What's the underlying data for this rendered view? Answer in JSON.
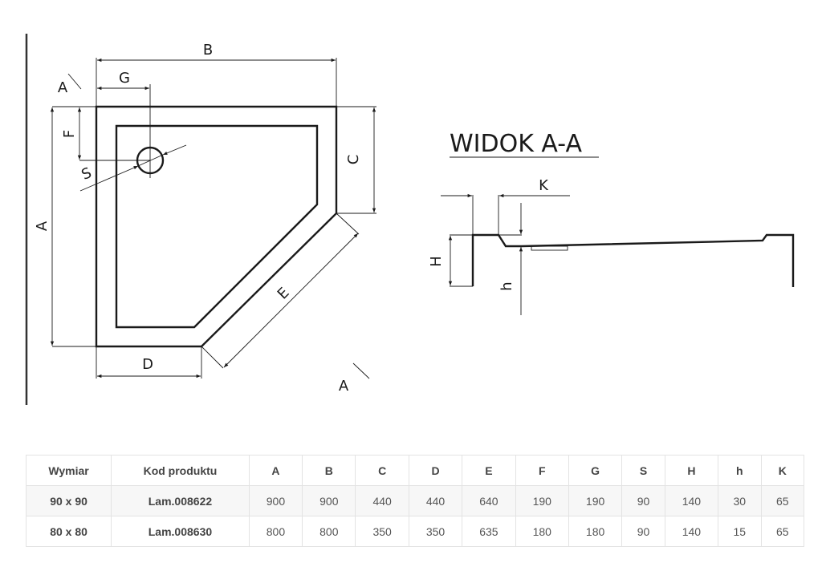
{
  "drawing": {
    "title": "WIDOK A-A",
    "section_marker": "A",
    "plan_labels": {
      "A": "A",
      "B": "B",
      "C": "C",
      "D": "D",
      "E": "E",
      "F": "F",
      "G": "G",
      "S": "S"
    },
    "section_labels": {
      "H": "H",
      "h": "h",
      "K": "K"
    }
  },
  "table": {
    "headers": [
      "Wymiar",
      "Kod produktu",
      "A",
      "B",
      "C",
      "D",
      "E",
      "F",
      "G",
      "S",
      "H",
      "h",
      "K"
    ],
    "rows": [
      [
        "90 x 90",
        "Lam.008622",
        "900",
        "900",
        "440",
        "440",
        "640",
        "190",
        "190",
        "90",
        "140",
        "30",
        "65"
      ],
      [
        "80 x 80",
        "Lam.008630",
        "800",
        "800",
        "350",
        "350",
        "635",
        "180",
        "180",
        "90",
        "140",
        "15",
        "65"
      ]
    ]
  }
}
